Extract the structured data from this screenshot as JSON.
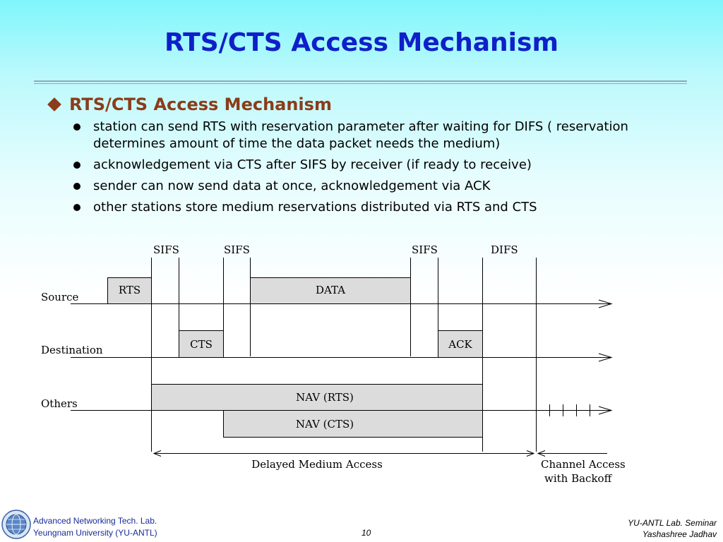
{
  "slide": {
    "title": "RTS/CTS Access Mechanism",
    "heading": "RTS/CTS Access Mechanism",
    "bullets": [
      "station can send RTS with reservation parameter after waiting for DIFS ( reservation determines amount of time the data packet needs the medium)",
      "acknowledgement via CTS after SIFS by receiver (if ready to receive)",
      "sender can now send data at once, acknowledgement via ACK",
      "other stations store medium reservations distributed via RTS and CTS"
    ]
  },
  "diagram": {
    "intervals": [
      "SIFS",
      "SIFS",
      "SIFS",
      "DIFS"
    ],
    "rows": [
      "Source",
      "Destination",
      "Others"
    ],
    "frames": {
      "rts": "RTS",
      "data": "DATA",
      "cts": "CTS",
      "ack": "ACK",
      "nav_rts": "NAV (RTS)",
      "nav_cts": "NAV (CTS)"
    },
    "spans": {
      "delayed": "Delayed Medium Access",
      "channel_line1": "Channel Access",
      "channel_line2": "with Backoff"
    },
    "colors": {
      "frame_fill": "#dcdcdc",
      "frame_stroke": "#000000"
    }
  },
  "footer": {
    "lab": "Advanced Networking Tech. Lab.",
    "university": "Yeungnam University (YU-ANTL)",
    "page": "10",
    "seminar": "YU-ANTL Lab. Seminar",
    "author": "Yashashree Jadhav"
  },
  "theme": {
    "title_color": "#1020c8",
    "heading_color": "#8b3c1a"
  }
}
